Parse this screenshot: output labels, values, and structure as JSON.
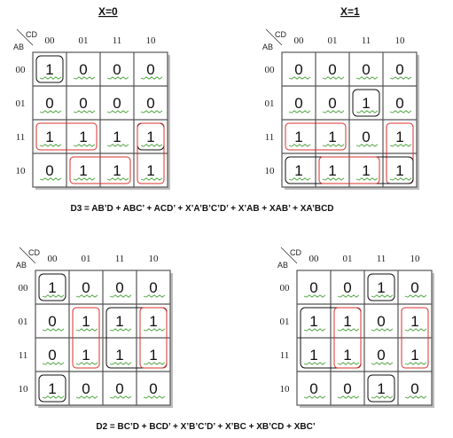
{
  "top_titles": {
    "left": "X=0",
    "right": "X=1"
  },
  "row_var": "AB",
  "col_var": "CD",
  "col_labels": [
    "00",
    "01",
    "11",
    "10"
  ],
  "row_labels": [
    "00",
    "01",
    "11",
    "10"
  ],
  "equations": {
    "d3": "D3 = AB’D + ABC’ + ACD’ + X’A’B’C’D’ + X’AB + XAB’ + XA’BCD",
    "d2": "D2 = BC’D + BCD’ + X’B’C’D’ + X’BC + XB’CD + XBC’"
  },
  "maps": [
    {
      "id": "d3-x0",
      "values": [
        [
          "1",
          "0",
          "0",
          "0"
        ],
        [
          "0",
          "0",
          "0",
          "0"
        ],
        [
          "1",
          "1",
          "1",
          "1"
        ],
        [
          "0",
          "1",
          "1",
          "1"
        ]
      ]
    },
    {
      "id": "d3-x1",
      "values": [
        [
          "0",
          "0",
          "0",
          "0"
        ],
        [
          "0",
          "0",
          "1",
          "0"
        ],
        [
          "1",
          "1",
          "0",
          "1"
        ],
        [
          "1",
          "1",
          "1",
          "1"
        ]
      ]
    },
    {
      "id": "d2-x0",
      "values": [
        [
          "1",
          "0",
          "0",
          "0"
        ],
        [
          "0",
          "1",
          "1",
          "1"
        ],
        [
          "0",
          "1",
          "1",
          "1"
        ],
        [
          "1",
          "0",
          "0",
          "0"
        ]
      ]
    },
    {
      "id": "d2-x1",
      "values": [
        [
          "0",
          "0",
          "1",
          "0"
        ],
        [
          "1",
          "1",
          "0",
          "1"
        ],
        [
          "1",
          "1",
          "0",
          "1"
        ],
        [
          "0",
          "0",
          "1",
          "0"
        ]
      ]
    }
  ],
  "colors": {
    "grid": "#555555",
    "red_group": "#d9302b",
    "black_group": "#111111",
    "squiggle": "#3a9a2a"
  }
}
